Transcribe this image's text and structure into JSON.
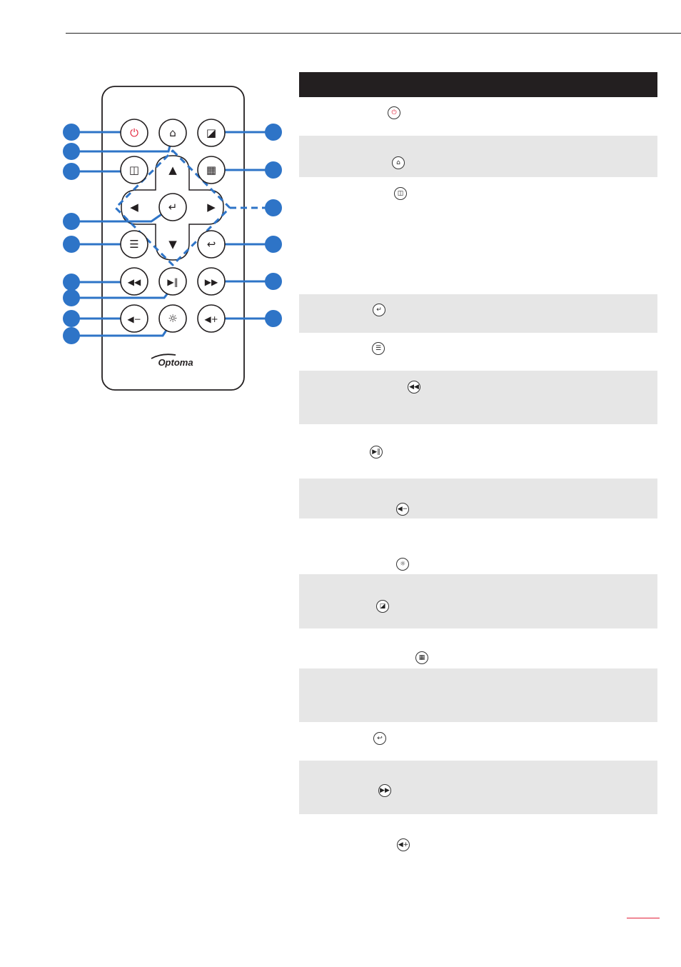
{
  "colors": {
    "callout_blue": "#2e74c7",
    "power_red": "#e2223a",
    "header_bar": "#231f20",
    "row_shade": "#e6e6e6",
    "page_accent_red": "#e2223a"
  },
  "remote": {
    "brand_logo": "Optoma",
    "buttons": [
      {
        "name": "power-button",
        "icon": "power-icon",
        "glyph": "⏻",
        "color": "red"
      },
      {
        "name": "home-button",
        "icon": "home-icon",
        "glyph": "⌂"
      },
      {
        "name": "aspect-button",
        "icon": "aspect-ratio-icon",
        "glyph": "◪"
      },
      {
        "name": "blank-button",
        "icon": "blank-screen-icon",
        "glyph": "◫"
      },
      {
        "name": "up-button",
        "icon": "arrow-up-icon",
        "glyph": "▲"
      },
      {
        "name": "picture-mode-button",
        "icon": "picture-mode-icon",
        "glyph": "▦"
      },
      {
        "name": "left-button",
        "icon": "arrow-left-icon",
        "glyph": "◀"
      },
      {
        "name": "enter-button",
        "icon": "enter-icon",
        "glyph": "↵"
      },
      {
        "name": "right-button",
        "icon": "arrow-right-icon",
        "glyph": "▶"
      },
      {
        "name": "menu-button",
        "icon": "menu-icon",
        "glyph": "☰"
      },
      {
        "name": "down-button",
        "icon": "arrow-down-icon",
        "glyph": "▼"
      },
      {
        "name": "return-button",
        "icon": "return-icon",
        "glyph": "↩"
      },
      {
        "name": "rewind-button",
        "icon": "rewind-icon",
        "glyph": "◀◀"
      },
      {
        "name": "play-pause-button",
        "icon": "play-pause-icon",
        "glyph": "▶‖"
      },
      {
        "name": "fast-forward-button",
        "icon": "fast-forward-icon",
        "glyph": "▶▶"
      },
      {
        "name": "volume-down-button",
        "icon": "volume-down-icon",
        "glyph": "◀−"
      },
      {
        "name": "brightness-button",
        "icon": "brightness-icon",
        "glyph": "☼"
      },
      {
        "name": "volume-up-button",
        "icon": "volume-up-icon",
        "glyph": "◀+"
      }
    ]
  },
  "table": {
    "rows": [
      {
        "shaded": false,
        "icon": "power-icon",
        "glyph": "⏻",
        "red": true
      },
      {
        "shaded": true,
        "icon": "home-icon",
        "glyph": "⌂"
      },
      {
        "shaded": false,
        "icon": "blank-screen-icon",
        "glyph": "◫"
      },
      {
        "shaded": true,
        "icon": "enter-icon",
        "glyph": "↵"
      },
      {
        "shaded": false,
        "icon": "menu-icon",
        "glyph": "☰"
      },
      {
        "shaded": true,
        "icon": "rewind-icon",
        "glyph": "◀◀"
      },
      {
        "shaded": false,
        "icon": "play-pause-icon",
        "glyph": "▶‖"
      },
      {
        "shaded": true,
        "icon": "volume-down-icon",
        "glyph": "◀−"
      },
      {
        "shaded": false,
        "icon": "brightness-icon",
        "glyph": "☼"
      },
      {
        "shaded": true,
        "icon": "aspect-ratio-icon",
        "glyph": "◪"
      },
      {
        "shaded": false,
        "icon": "picture-mode-icon",
        "glyph": "▦"
      },
      {
        "shaded": true,
        "icon": "none",
        "glyph": ""
      },
      {
        "shaded": false,
        "icon": "return-icon",
        "glyph": "↩"
      },
      {
        "shaded": true,
        "icon": "fast-forward-icon",
        "glyph": "▶▶"
      },
      {
        "shaded": false,
        "icon": "volume-up-icon",
        "glyph": "◀+"
      }
    ]
  }
}
